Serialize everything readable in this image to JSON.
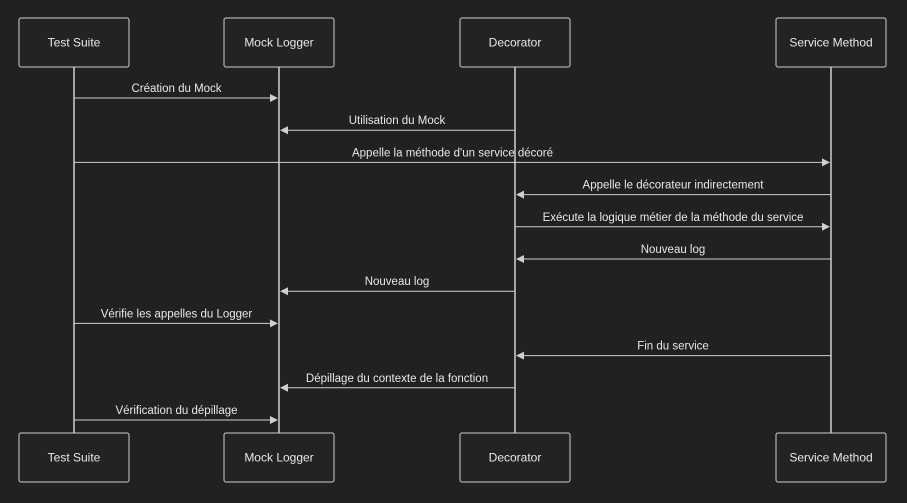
{
  "participants": [
    {
      "id": "test-suite",
      "label": "Test Suite"
    },
    {
      "id": "mock-logger",
      "label": "Mock Logger"
    },
    {
      "id": "decorator",
      "label": "Decorator"
    },
    {
      "id": "service-method",
      "label": "Service Method"
    }
  ],
  "messages": [
    {
      "from": "test-suite",
      "to": "mock-logger",
      "label": "Création du Mock"
    },
    {
      "from": "decorator",
      "to": "mock-logger",
      "label": "Utilisation du Mock"
    },
    {
      "from": "test-suite",
      "to": "service-method",
      "label": "Appelle la méthode d'un service décoré"
    },
    {
      "from": "service-method",
      "to": "decorator",
      "label": "Appelle le décorateur indirectement"
    },
    {
      "from": "decorator",
      "to": "service-method",
      "label": "Exécute la logique métier de la méthode du service"
    },
    {
      "from": "service-method",
      "to": "decorator",
      "label": "Nouveau log"
    },
    {
      "from": "decorator",
      "to": "mock-logger",
      "label": "Nouveau log"
    },
    {
      "from": "test-suite",
      "to": "mock-logger",
      "label": "Vérifie les appelles du Logger"
    },
    {
      "from": "service-method",
      "to": "decorator",
      "label": "Fin du service"
    },
    {
      "from": "decorator",
      "to": "mock-logger",
      "label": "Dépillage du contexte de la fonction"
    },
    {
      "from": "test-suite",
      "to": "mock-logger",
      "label": "Vérification du dépillage"
    }
  ],
  "colors": {
    "background": "#212121",
    "line": "#cfcfcf",
    "text": "#e8e8e8"
  }
}
